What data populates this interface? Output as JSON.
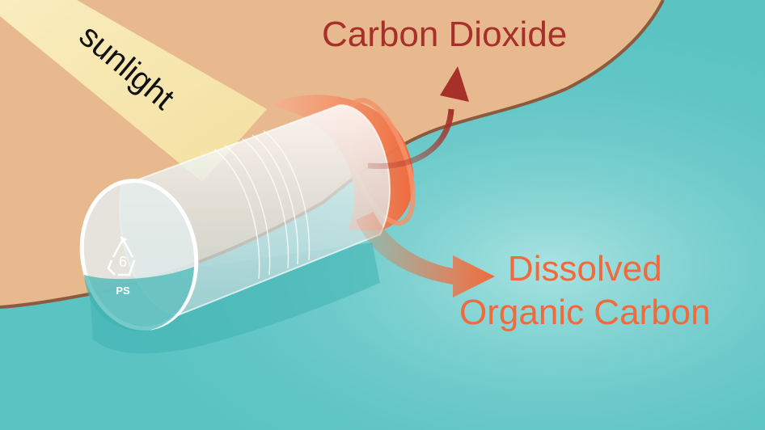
{
  "labels": {
    "sunlight": "sunlight",
    "carbon_dioxide": "Carbon Dioxide",
    "dissolved_organic_carbon_line1": "Dissolved",
    "dissolved_organic_carbon_line2": "Organic Carbon"
  },
  "recycling_code": {
    "number": "6",
    "material": "PS"
  },
  "colors": {
    "water": "#5cc3c3",
    "sand": "#e8b98f",
    "shore_edge": "#8c5a3e",
    "sunbeam": "#f7eab3",
    "carbon_dioxide": "#a7302a",
    "dissolved_organic_carbon": "#f06a3c",
    "degraded_plastic": "#f08a5d"
  }
}
